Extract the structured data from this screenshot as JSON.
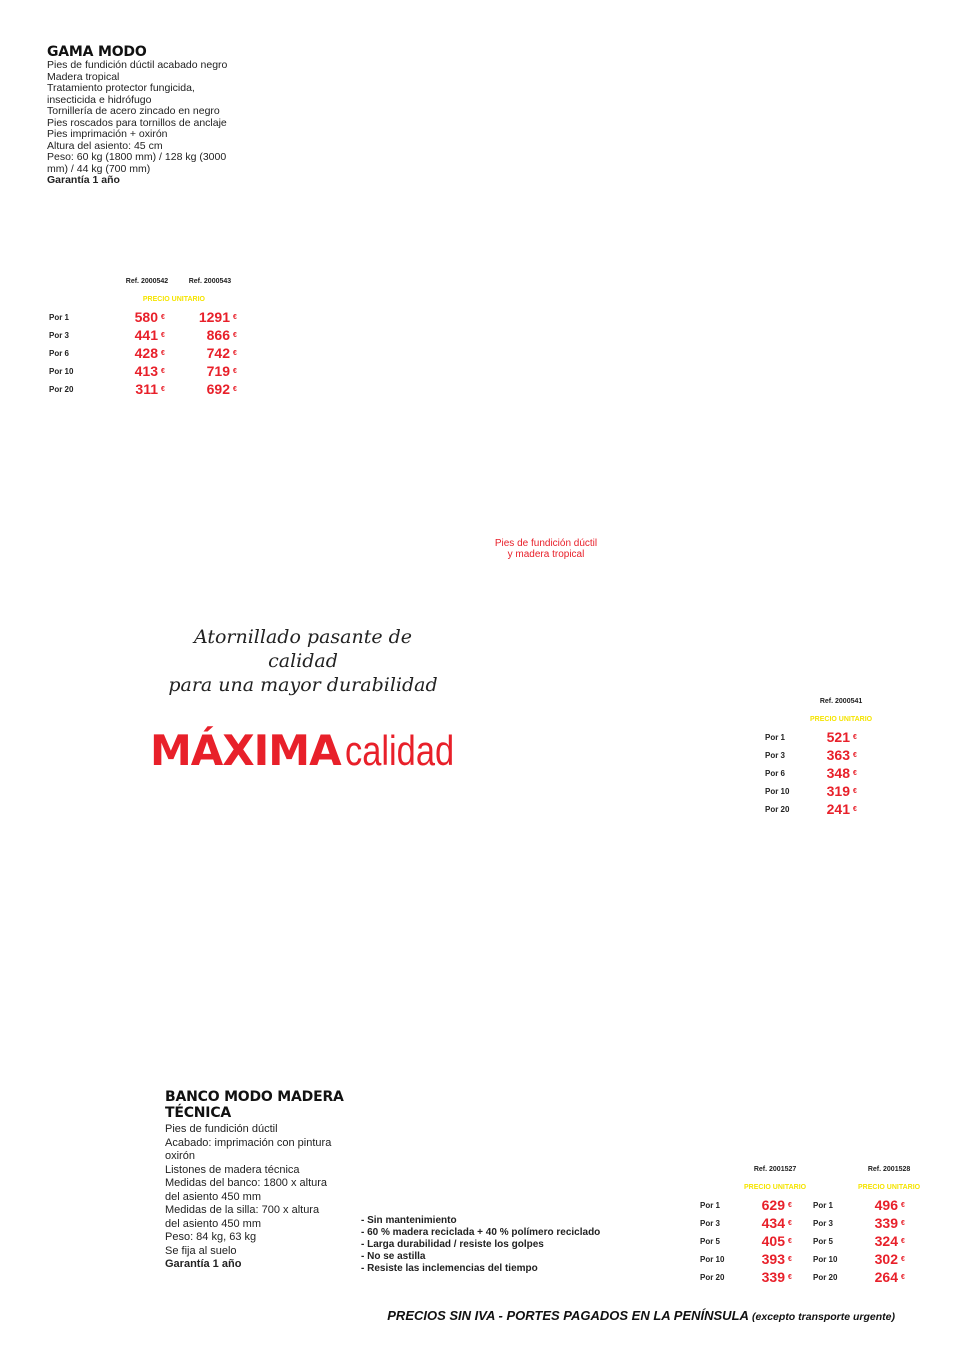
{
  "currency": "€",
  "colors": {
    "accent": "#e8202a",
    "label_yellow": "#f5e400",
    "text": "#111111"
  },
  "gama_modo": {
    "title": "GAMA MODO",
    "lines": [
      "Pies de fundición dúctil acabado negro",
      "Madera tropical",
      "Tratamiento protector fungicida,",
      "insecticida e hidrófugo",
      "Tornillería de acero zincado en negro",
      "Pies roscados para tornillos de anclaje",
      "Pies imprimación + oxirón",
      "Altura del asiento: 45 cm",
      "Peso: 60 kg (1800 mm) / 128 kg (3000",
      "mm) / 44 kg (700 mm)"
    ],
    "warranty": "Garantía 1 año"
  },
  "table1": {
    "refs": [
      "Ref. 2000542",
      "Ref. 2000543"
    ],
    "unit_label": "PRECIO UNITARIO",
    "rows": [
      {
        "label": "Por 1",
        "values": [
          "580",
          "1291"
        ]
      },
      {
        "label": "Por 3",
        "values": [
          "441",
          "866"
        ]
      },
      {
        "label": "Por 6",
        "values": [
          "428",
          "742"
        ]
      },
      {
        "label": "Por 10",
        "values": [
          "413",
          "719"
        ]
      },
      {
        "label": "Por 20",
        "values": [
          "311",
          "692"
        ]
      }
    ]
  },
  "middle": {
    "note_lines": [
      "Pies de fundición dúctil",
      "y madera tropical"
    ],
    "script_lines": [
      "Atornillado pasante de calidad",
      "para una mayor durabilidad"
    ],
    "headline_bold": "MÁXIMA",
    "headline_light": "calidad"
  },
  "table2": {
    "ref": "Ref. 2000541",
    "unit_label": "PRECIO UNITARIO",
    "rows": [
      {
        "label": "Por 1",
        "value": "521"
      },
      {
        "label": "Por 3",
        "value": "363"
      },
      {
        "label": "Por 6",
        "value": "348"
      },
      {
        "label": "Por 10",
        "value": "319"
      },
      {
        "label": "Por 20",
        "value": "241"
      }
    ]
  },
  "banco": {
    "title_lines": [
      "BANCO MODO MADERA",
      "TÉCNICA"
    ],
    "lines": [
      "Pies de fundición dúctil",
      "Acabado: imprimación con pintura",
      "oxirón",
      "Listones de madera técnica",
      "Medidas del banco: 1800 x altura",
      "del asiento 450 mm",
      "Medidas de la silla: 700 x altura",
      "del asiento 450 mm",
      "Peso: 84 kg, 63 kg",
      "Se fija al suelo"
    ],
    "warranty": "Garantía 1 año",
    "features": [
      "- Sin mantenimiento",
      "- 60 % madera reciclada + 40 % polímero reciclado",
      "- Larga durabilidad / resiste los golpes",
      "- No se astilla",
      "- Resiste las inclemencias del tiempo"
    ]
  },
  "table3": {
    "ref": "Ref. 2001527",
    "unit_label": "PRECIO UNITARIO",
    "rows": [
      {
        "label": "Por 1",
        "value": "629"
      },
      {
        "label": "Por 3",
        "value": "434"
      },
      {
        "label": "Por 5",
        "value": "405"
      },
      {
        "label": "Por 10",
        "value": "393"
      },
      {
        "label": "Por 20",
        "value": "339"
      }
    ]
  },
  "table4": {
    "ref": "Ref. 2001528",
    "unit_label": "PRECIO UNITARIO",
    "rows": [
      {
        "label": "Por 1",
        "value": "496"
      },
      {
        "label": "Por 3",
        "value": "339"
      },
      {
        "label": "Por 5",
        "value": "324"
      },
      {
        "label": "Por 10",
        "value": "302"
      },
      {
        "label": "Por 20",
        "value": "264"
      }
    ]
  },
  "footer": {
    "main": "PRECIOS SIN IVA - PORTES PAGADOS EN LA PENÍNSULA",
    "small": "(excepto transporte urgente)"
  }
}
